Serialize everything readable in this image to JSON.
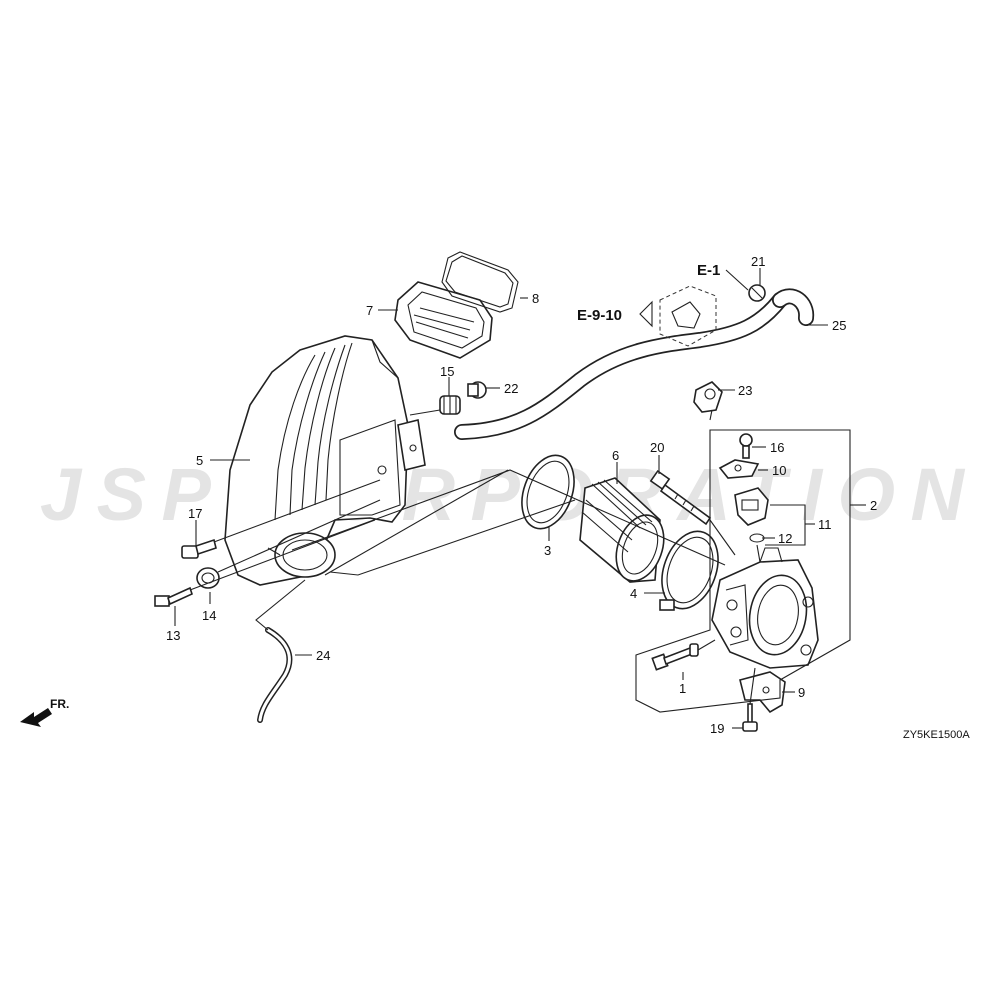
{
  "watermark": "JSP CORPORATION",
  "diagram_code": "ZY5KE1500A",
  "front_marker": "FR.",
  "references": {
    "e1": "E-1",
    "e910": "E-9-10"
  },
  "callouts": {
    "c1": "1",
    "c2": "2",
    "c3": "3",
    "c4": "4",
    "c5": "5",
    "c6": "6",
    "c7": "7",
    "c8": "8",
    "c9": "9",
    "c10": "10",
    "c11": "11",
    "c12": "12",
    "c13": "13",
    "c14": "14",
    "c15": "15",
    "c16": "16",
    "c17": "17",
    "c19": "19",
    "c20": "20",
    "c21": "21",
    "c22": "22",
    "c23": "23",
    "c24": "24",
    "c25": "25"
  }
}
